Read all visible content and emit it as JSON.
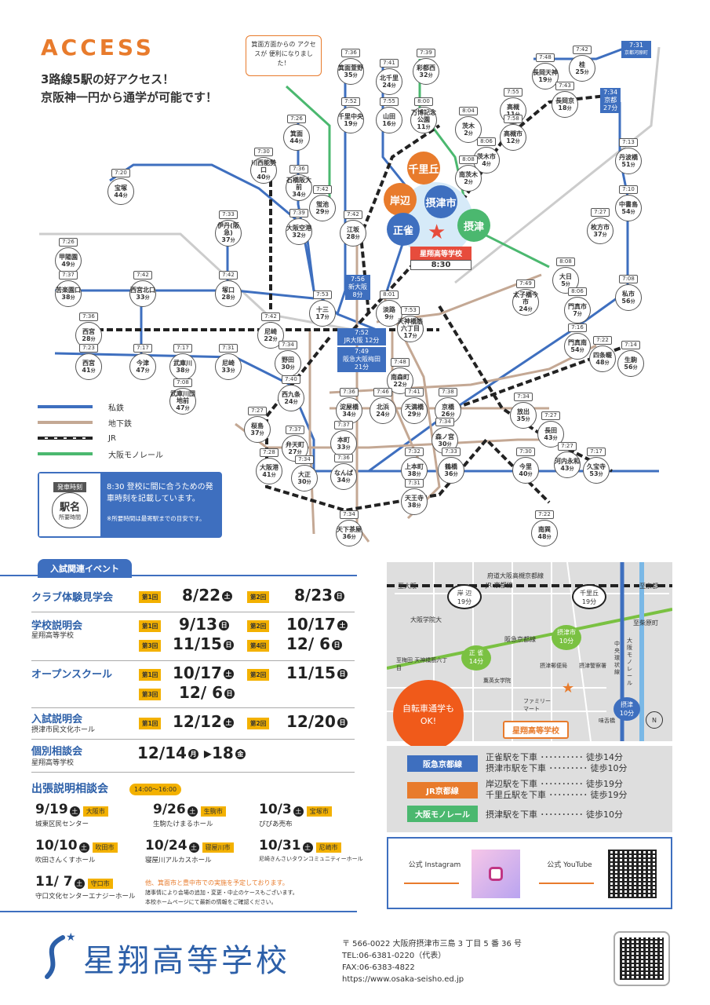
{
  "header": {
    "title": "ACCESS",
    "subtitle_line1": "3路線5駅の好アクセス！",
    "subtitle_line2": "京阪神一円から通学が可能です！",
    "callout": "箕面方面からの アクセスが 便利になりました！"
  },
  "school_station": {
    "name": "星翔高等学校",
    "time": "8:30"
  },
  "big_stations": [
    {
      "name": "千里丘",
      "color": "#e87b2c"
    },
    {
      "name": "岸辺",
      "color": "#e87b2c"
    },
    {
      "name": "摂津市",
      "color": "#3e6fbf"
    },
    {
      "name": "正雀",
      "color": "#3e6fbf"
    },
    {
      "name": "摂津",
      "color": "#4bb86f"
    }
  ],
  "stations": [
    {
      "name": "箕面萱野",
      "time": "7:36",
      "min": "35"
    },
    {
      "name": "北千里",
      "time": "7:41",
      "min": "24"
    },
    {
      "name": "彩都西",
      "time": "7:39",
      "min": "32"
    },
    {
      "name": "千里中央",
      "time": "7:52",
      "min": "19"
    },
    {
      "name": "山田",
      "time": "7:55",
      "min": "16"
    },
    {
      "name": "万博記念公園",
      "time": "8:00",
      "min": "11"
    },
    {
      "name": "長岡天神",
      "time": "7:48",
      "min": "19"
    },
    {
      "name": "桂",
      "time": "7:42",
      "min": "25"
    },
    {
      "name": "高槻",
      "time": "7:55",
      "min": "11"
    },
    {
      "name": "長岡京",
      "time": "7:43",
      "min": "18"
    },
    {
      "name": "茨木",
      "time": "8:04",
      "min": "2"
    },
    {
      "name": "高槻市",
      "time": "7:58",
      "min": "12"
    },
    {
      "name": "茨木市",
      "time": "8:06",
      "min": "4"
    },
    {
      "name": "南茨木",
      "time": "8:08",
      "min": "2"
    },
    {
      "name": "丹波橋",
      "time": "7:13",
      "min": "51"
    },
    {
      "name": "中書島",
      "time": "7:10",
      "min": "54"
    },
    {
      "name": "箕面",
      "time": "7:26",
      "min": "44"
    },
    {
      "name": "川西能勢口",
      "time": "7:30",
      "min": "40"
    },
    {
      "name": "石橋阪大前",
      "time": "7:36",
      "min": "34"
    },
    {
      "name": "宝塚",
      "time": "7:20",
      "min": "44"
    },
    {
      "name": "蛍池",
      "time": "7:42",
      "min": "29"
    },
    {
      "name": "大阪空港",
      "time": "7:39",
      "min": "32"
    },
    {
      "name": "江坂",
      "time": "7:42",
      "min": "28"
    },
    {
      "name": "伊丹(阪急)",
      "time": "7:33",
      "min": "37"
    },
    {
      "name": "枚方市",
      "time": "7:27",
      "min": "37"
    },
    {
      "name": "甲陽園",
      "time": "7:26",
      "min": "49"
    },
    {
      "name": "苦楽園口",
      "time": "7:37",
      "min": "38"
    },
    {
      "name": "西宮北口",
      "time": "7:42",
      "min": "33"
    },
    {
      "name": "塚口",
      "time": "7:42",
      "min": "28"
    },
    {
      "name": "十三",
      "time": "7:53",
      "min": "17"
    },
    {
      "name": "淡路",
      "time": "8:01",
      "min": "9"
    },
    {
      "name": "大日",
      "time": "8:08",
      "min": "5"
    },
    {
      "name": "太子橋今市",
      "time": "7:49",
      "min": "24"
    },
    {
      "name": "門真市",
      "time": "8:06",
      "min": "7"
    },
    {
      "name": "私市",
      "time": "7:08",
      "min": "56"
    },
    {
      "name": "西宮",
      "time": "7:36",
      "min": "28"
    },
    {
      "name": "尼崎",
      "time": "7:42",
      "min": "22"
    },
    {
      "name": "天神橋筋六丁目",
      "time": "7:53",
      "min": "17"
    },
    {
      "name": "門真南",
      "time": "7:16",
      "min": "54"
    },
    {
      "name": "四条畷",
      "time": "7:22",
      "min": "48"
    },
    {
      "name": "西宮",
      "time": "7:23",
      "min": "41"
    },
    {
      "name": "今津",
      "time": "7:17",
      "min": "47"
    },
    {
      "name": "武庫川",
      "time": "7:17",
      "min": "38"
    },
    {
      "name": "尼崎",
      "time": "7:31",
      "min": "33"
    },
    {
      "name": "野田",
      "time": "7:34",
      "min": "30"
    },
    {
      "name": "南森町",
      "time": "7:48",
      "min": "22"
    },
    {
      "name": "生駒",
      "time": "7:14",
      "min": "56"
    },
    {
      "name": "武庫川団地前",
      "time": "7:08",
      "min": "47"
    },
    {
      "name": "西九条",
      "time": "7:40",
      "min": "24"
    },
    {
      "name": "淀屋橋",
      "time": "7:36",
      "min": "34"
    },
    {
      "name": "北浜",
      "time": "7:46",
      "min": "24"
    },
    {
      "name": "天満橋",
      "time": "7:41",
      "min": "29"
    },
    {
      "name": "京橋",
      "time": "7:38",
      "min": "26"
    },
    {
      "name": "放出",
      "time": "7:34",
      "min": "35"
    },
    {
      "name": "長田",
      "time": "7:27",
      "min": "43"
    },
    {
      "name": "桜島",
      "time": "7:27",
      "min": "37"
    },
    {
      "name": "弁天町",
      "time": "7:37",
      "min": "27"
    },
    {
      "name": "本町",
      "time": "7:37",
      "min": "33"
    },
    {
      "name": "森ノ宮",
      "time": "7:34",
      "min": "30"
    },
    {
      "name": "大阪港",
      "time": "7:28",
      "min": "41"
    },
    {
      "name": "大正",
      "time": "7:34",
      "min": "30"
    },
    {
      "name": "なんば",
      "time": "7:36",
      "min": "34"
    },
    {
      "name": "上本町",
      "time": "7:32",
      "min": "38"
    },
    {
      "name": "鶴橋",
      "time": "7:33",
      "min": "36"
    },
    {
      "name": "今里",
      "time": "7:30",
      "min": "40"
    },
    {
      "name": "河内永和",
      "time": "7:27",
      "min": "43"
    },
    {
      "name": "久宝寺",
      "time": "7:17",
      "min": "53"
    },
    {
      "name": "天王寺",
      "time": "7:31",
      "min": "38"
    },
    {
      "name": "天下茶屋",
      "time": "7:34",
      "min": "36"
    },
    {
      "name": "南巽",
      "time": "7:22",
      "min": "48"
    }
  ],
  "box_stations": [
    {
      "time": "7:31",
      "name": "京都河原町"
    },
    {
      "time": "7:34",
      "name": "京都",
      "min": "27"
    },
    {
      "time": "7:56",
      "name": "新大阪",
      "min": "8"
    },
    {
      "time": "7:52",
      "name": "JR大阪",
      "min": "12"
    },
    {
      "time": "7:49",
      "name": "阪急大阪梅田",
      "min": "21"
    }
  ],
  "min_unit": "分",
  "legend": [
    {
      "label": "私鉄",
      "color": "#3e6fbf"
    },
    {
      "label": "地下鉄",
      "color": "#c4a894"
    },
    {
      "label": "JR",
      "color": "#222222"
    },
    {
      "label": "大阪モノレール",
      "color": "#4bb86f"
    }
  ],
  "key": {
    "dep_label": "発車時刻",
    "station_label": "駅名",
    "duration_label": "所要時間",
    "desc": "8:30 登校に間に合うための発車時刻を記載しています。",
    "note": "※所要時間は最寄駅までの目安です。"
  },
  "events": {
    "tab": "入試関連イベント",
    "items": [
      {
        "name": "クラブ体験見学会",
        "place": "",
        "dates": [
          {
            "round": "第1回",
            "date": "8/22",
            "dow": "土"
          },
          {
            "round": "第2回",
            "date": "8/23",
            "dow": "日"
          }
        ]
      },
      {
        "name": "学校説明会",
        "place": "星翔高等学校",
        "dates": [
          {
            "round": "第1回",
            "date": "9/13",
            "dow": "日"
          },
          {
            "round": "第2回",
            "date": "10/17",
            "dow": "土"
          },
          {
            "round": "第3回",
            "date": "11/15",
            "dow": "日"
          },
          {
            "round": "第4回",
            "date": "12/ 6",
            "dow": "日"
          }
        ]
      },
      {
        "name": "オープンスクール",
        "place": "",
        "dates": [
          {
            "round": "第1回",
            "date": "10/17",
            "dow": "土"
          },
          {
            "round": "第2回",
            "date": "11/15",
            "dow": "日"
          },
          {
            "round": "第3回",
            "date": "12/ 6",
            "dow": "日"
          }
        ]
      },
      {
        "name": "入試説明会",
        "place": "摂津市民文化ホール",
        "dates": [
          {
            "round": "第1回",
            "date": "12/12",
            "dow": "土"
          },
          {
            "round": "第2回",
            "date": "12/20",
            "dow": "日"
          }
        ]
      },
      {
        "name": "個別相談会",
        "place": "星翔高等学校",
        "range": {
          "start": "12/14",
          "start_dow": "月",
          "end": "18",
          "end_dow": "金"
        }
      }
    ]
  },
  "trips": {
    "title": "出張説明相談会",
    "time": "14:00〜16:00",
    "items": [
      {
        "date": "9/19",
        "dow": "土",
        "city": "大阪市",
        "hall": "城東区民センター"
      },
      {
        "date": "9/26",
        "dow": "土",
        "city": "生駒市",
        "hall": "生駒たけまるホール"
      },
      {
        "date": "10/3",
        "dow": "土",
        "city": "宝塚市",
        "hall": "ぴぴあ売布"
      },
      {
        "date": "10/10",
        "dow": "土",
        "city": "吹田市",
        "hall": "吹田さんくすホール"
      },
      {
        "date": "10/24",
        "dow": "土",
        "city": "寝屋川市",
        "hall": "寝屋川アルカスホール"
      },
      {
        "date": "10/31",
        "dow": "土",
        "city": "尼崎市",
        "hall": "尼崎きんさいタウンコミュニティーホール"
      },
      {
        "date": "11/ 7",
        "dow": "土",
        "city": "守口市",
        "hall": "守口文化センターエナジーホール"
      }
    ],
    "note1": "他、箕面市と豊中市での実施を予定しております。",
    "note2": "諸事情により会場の追加・変更・中止のケースもございます。",
    "note3": "本校ホームページにて最新の情報をご確認ください。"
  },
  "local_map": {
    "to_osaka": "至大阪",
    "to_kyoto": "至京都",
    "hankyu_line": "府道大阪高槻京都線",
    "jr_line": "JR 京都線",
    "kishibe": "岸 辺",
    "kishibe_min": "19分",
    "senriyama": "千里丘",
    "senriyama_min": "19分",
    "osaka_gakuin": "大阪学院大",
    "hankyu_kyoto_line": "阪急京都線",
    "settsushi": "摂津市",
    "settsushi_min": "10分",
    "to_umeda": "至梅田 天神橋筋六丁目",
    "shojaku": "正 雀",
    "shojaku_min": "14分",
    "post": "摂津郵便局",
    "police": "摂津警察署",
    "kaeijogakuin": "薫英女学院",
    "familymart": "ファミリー マート",
    "school": "星翔高等学校",
    "settsu": "摂津",
    "settsu_min": "10分",
    "monorail": "大阪モノレール",
    "chuo_kanjo": "中央環状線",
    "to_shibahara": "至柴原町",
    "bike": "自転車通学も OK!",
    "ajisai": "味舌橋",
    "north": "N"
  },
  "routes": [
    {
      "line": "阪急京都線",
      "color": "#3e6fbf",
      "rows": [
        {
          "text": "正雀駅を下車 ･･････････",
          "walk": "徒歩14分"
        },
        {
          "text": "摂津市駅を下車 ･････････",
          "walk": "徒歩10分"
        }
      ]
    },
    {
      "line": "JR京都線",
      "color": "#e87b2c",
      "rows": [
        {
          "text": "岸辺駅を下車 ･･････････",
          "walk": "徒歩19分"
        },
        {
          "text": "千里丘駅を下車 ･････････",
          "walk": "徒歩19分"
        }
      ]
    },
    {
      "line": "大阪モノレール",
      "color": "#4bb86f",
      "rows": [
        {
          "text": "摂津駅を下車 ･･････････",
          "walk": "徒歩10分"
        }
      ]
    }
  ],
  "sns": {
    "instagram": "公式 Instagram",
    "youtube": "公式 YouTube"
  },
  "footer": {
    "school": "星翔高等学校",
    "postal": "〒 566-0022 大阪府摂津市三島 3 丁目 5 番 36 号",
    "tel": "TEL:06-6381-0220（代表）",
    "fax": "FAX:06-6383-4822",
    "url": "https://www.osaka-seisho.ed.jp"
  }
}
